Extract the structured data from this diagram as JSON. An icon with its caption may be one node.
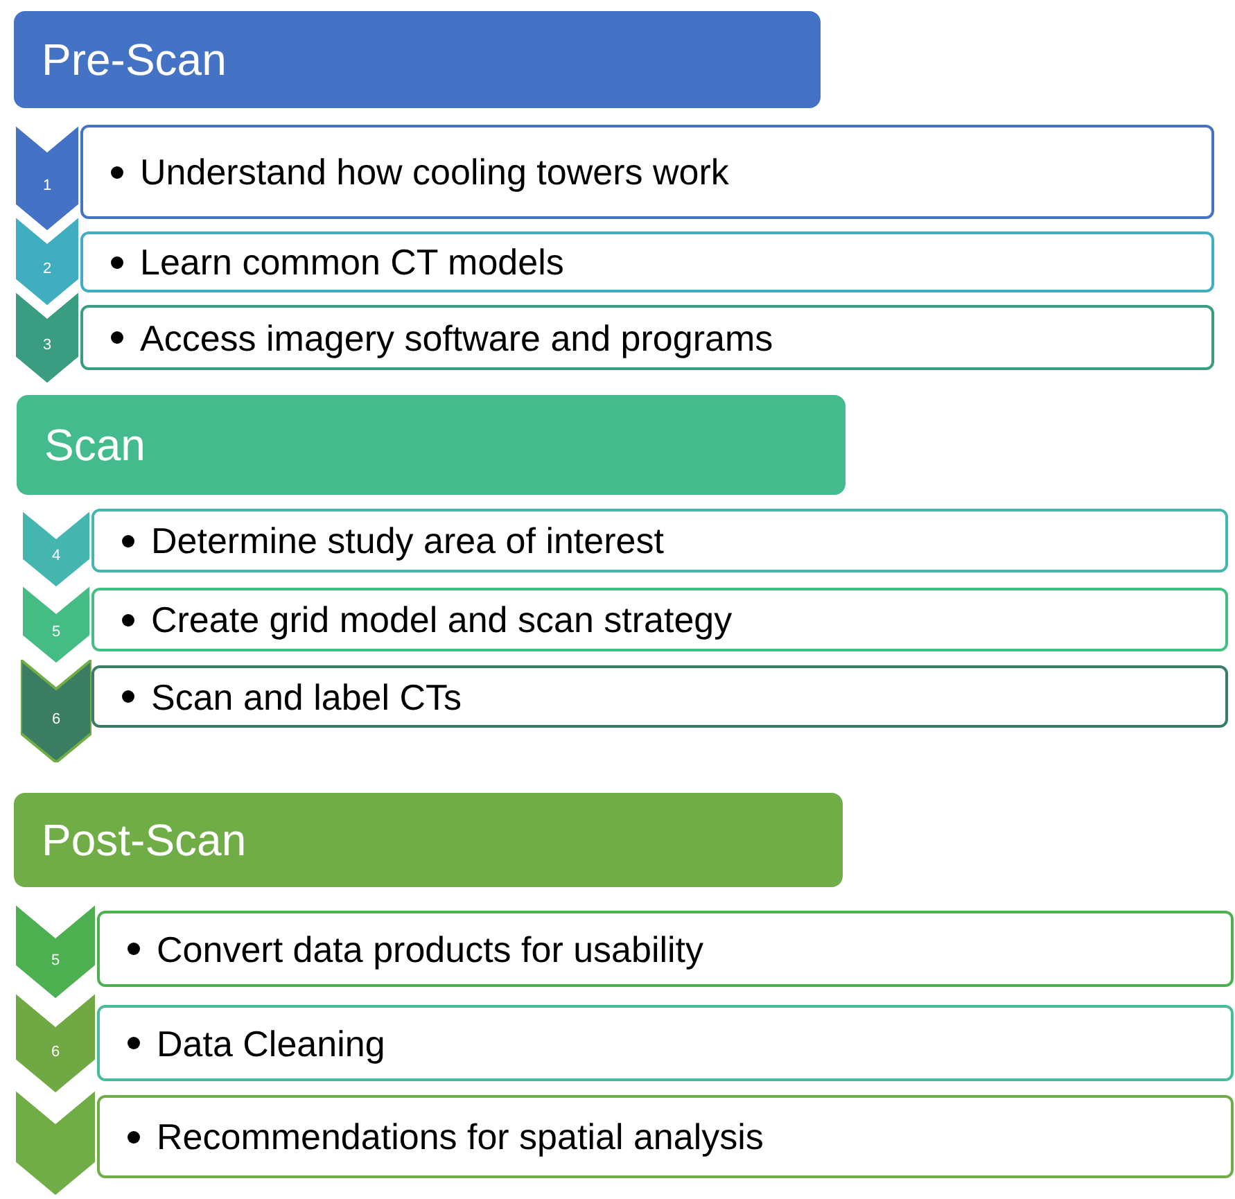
{
  "diagram": {
    "nodes": [
      {
        "text": [
          "Pre-Scan"
        ]
      },
      {
        "text": [
          "1"
        ]
      },
      {
        "text": [
          "Understand how cooling towers work"
        ]
      },
      {
        "text": [
          "2"
        ]
      },
      {
        "text": [
          "Learn common CT models"
        ]
      },
      {
        "text": [
          "3"
        ]
      },
      {
        "text": [
          "Access imagery software and programs"
        ]
      },
      {
        "text": [
          "Scan"
        ]
      },
      {
        "text": [
          "4"
        ]
      },
      {
        "text": [
          "Determine study area of interest"
        ]
      },
      {
        "text": [
          "5"
        ]
      },
      {
        "text": [
          "Create grid model and scan strategy"
        ]
      },
      {
        "text": [
          "6"
        ]
      },
      {
        "text": [
          "Scan and label CTs"
        ]
      },
      {
        "text": [
          "Post-Scan"
        ]
      },
      {
        "text": [
          "5"
        ]
      },
      {
        "text": [
          "Convert data products for usability"
        ]
      },
      {
        "text": [
          "6"
        ]
      },
      {
        "text": [
          "Data Cleaning"
        ]
      },
      {
        "text": [],
        "shape": "chevron"
      },
      {
        "text": [
          "Recommendations for spatial analysis"
        ]
      }
    ]
  }
}
